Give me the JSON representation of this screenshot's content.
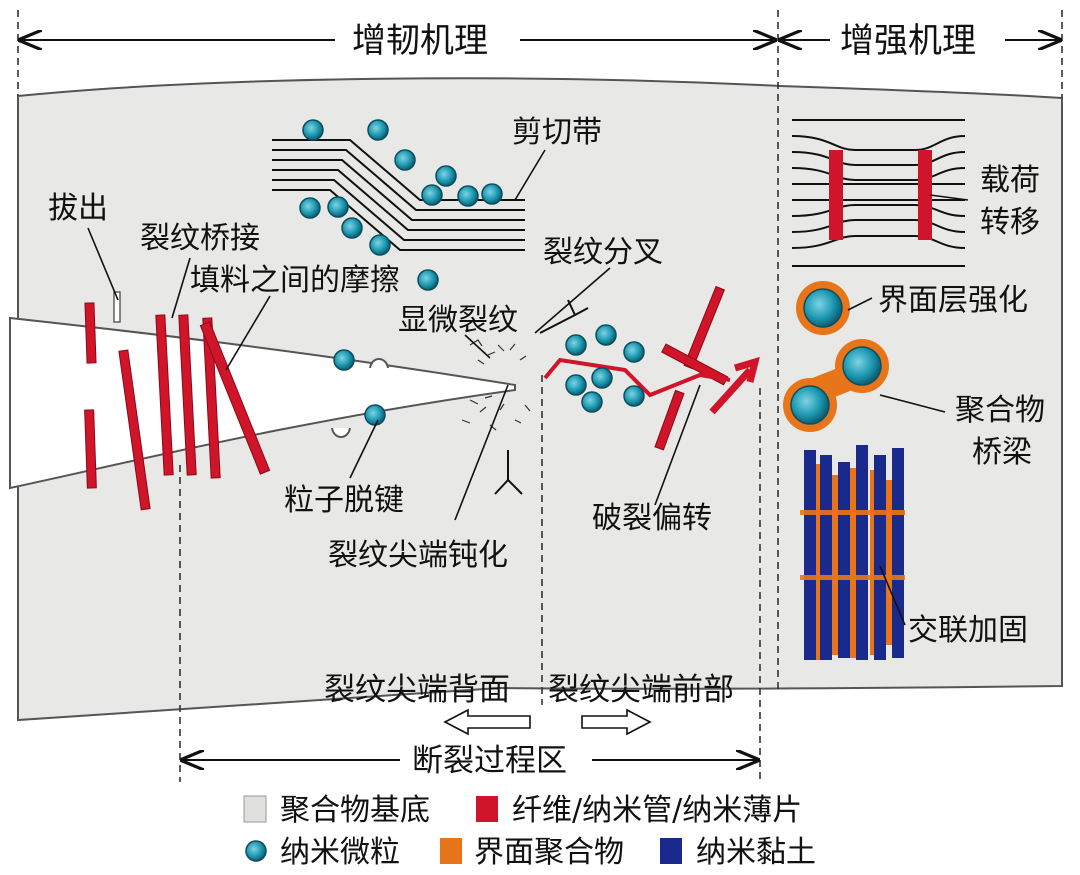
{
  "header": {
    "toughening": "增韧机理",
    "strengthening": "增强机理"
  },
  "labels": {
    "shear_band": "剪切带",
    "pull_out": "拔出",
    "crack_bridging": "裂纹桥接",
    "filler_friction": "填料之间的摩擦",
    "micro_crack": "显微裂纹",
    "crack_branching": "裂纹分叉",
    "particle_debond": "粒子脱键",
    "crack_tip_blunting": "裂纹尖端钝化",
    "fracture_deflection": "破裂偏转",
    "load_transfer_1": "载荷",
    "load_transfer_2": "转移",
    "interface_strengthening": "界面层强化",
    "polymer_bridge_1": "聚合物",
    "polymer_bridge_2": "桥梁",
    "crosslink": "交联加固",
    "crack_tip_back": "裂纹尖端背面",
    "crack_tip_front": "裂纹尖端前部",
    "fracture_zone": "断裂过程区"
  },
  "legend": {
    "matrix": "聚合物基底",
    "fiber": "纤维/纳米管/纳米薄片",
    "nanoparticle": "纳米微粒",
    "interface_polymer": "界面聚合物",
    "nanoclay": "纳米黏土"
  },
  "colors": {
    "matrix": "#e8e8e6",
    "fiber": "#d0152a",
    "nanoparticle": "#1f9bb4",
    "interface_polymer": "#e8751a",
    "nanoclay": "#1a2a8c"
  }
}
